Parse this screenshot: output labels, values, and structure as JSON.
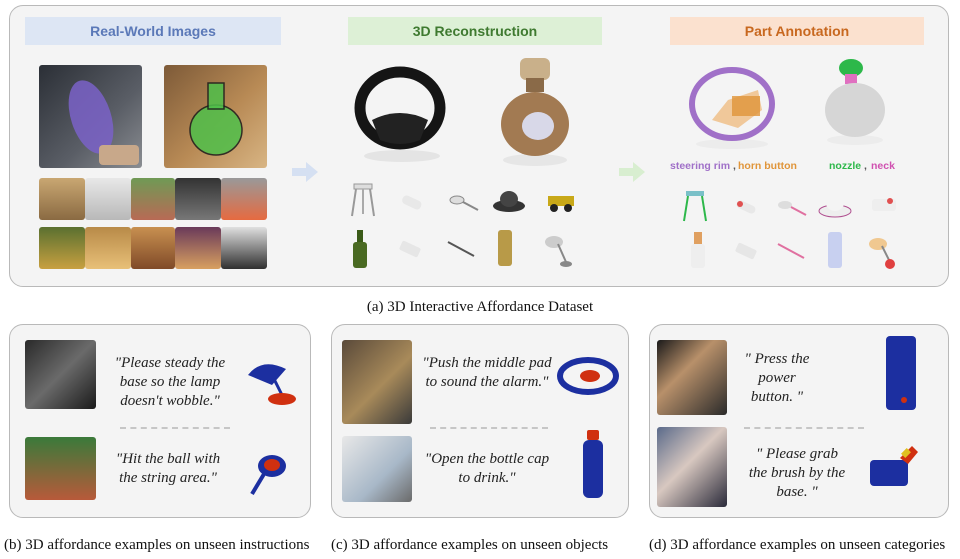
{
  "top": {
    "real_world_label": "Real-World Images",
    "reconstruction_label": "3D Reconstruction",
    "annotation_label": "Part Annotation",
    "caption": "(a) 3D Interactive Affordance Dataset",
    "part_labels": {
      "steering_rim": "steering rim",
      "comma1": ",",
      "horn_button": "horn button",
      "nozzle": "nozzle",
      "comma2": ",",
      "neck": "neck"
    },
    "colors": {
      "real_world_bg": "#dde6f4",
      "real_world_text": "#5b79b8",
      "reconstruction_bg": "#ddf0d6",
      "reconstruction_text": "#3f7a30",
      "annotation_bg": "#fbe1cf",
      "annotation_text": "#c8681f",
      "steering_rim": "#a070c8",
      "horn_button": "#e0953a",
      "nozzle": "#2db84a",
      "neck": "#d050b0"
    }
  },
  "bottom": {
    "instructions": {
      "caption": "(b) 3D affordance examples on unseen instructions",
      "quote1": "\"Please steady the base so the lamp doesn't wobble.\"",
      "quote2": "\"Hit the ball with the string area.\""
    },
    "objects": {
      "caption": "(c) 3D affordance examples on unseen objects",
      "quote1": "\"Push the middle pad to sound the alarm.\"",
      "quote2": "\"Open the bottle cap to drink.\""
    },
    "categories": {
      "caption": "(d) 3D affordance examples on unseen categories",
      "quote1": "\" Press the power button. \"",
      "quote2": "\" Please grab the brush by the base. \""
    }
  }
}
